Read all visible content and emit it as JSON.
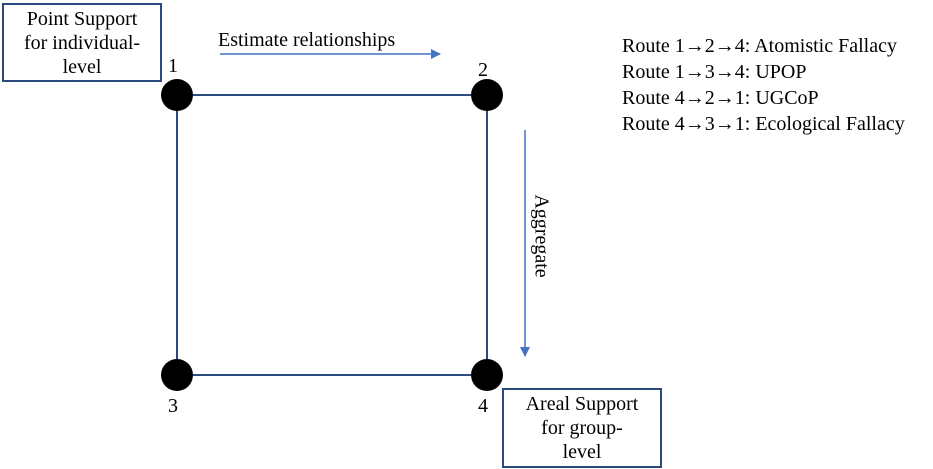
{
  "point_support": {
    "lines": [
      "Point Support",
      "for individual-",
      "level"
    ]
  },
  "areal_support": {
    "lines": [
      "Areal Support",
      "for group-",
      "level"
    ]
  },
  "nodes": [
    "1",
    "2",
    "3",
    "4"
  ],
  "arrows": {
    "estimate": "Estimate relationships",
    "aggregate": "Aggregate"
  },
  "routes": [
    "Route 1→2→4: Atomistic Fallacy",
    "Route 1→3→4: UPOP",
    "Route 4→2→1: UGCoP",
    "Route 4→3→1: Ecological Fallacy"
  ],
  "colors": {
    "line": "#2b4a7e",
    "arrow": "#4472c4",
    "node": "#000000",
    "box_border": "#2b4a7e"
  }
}
